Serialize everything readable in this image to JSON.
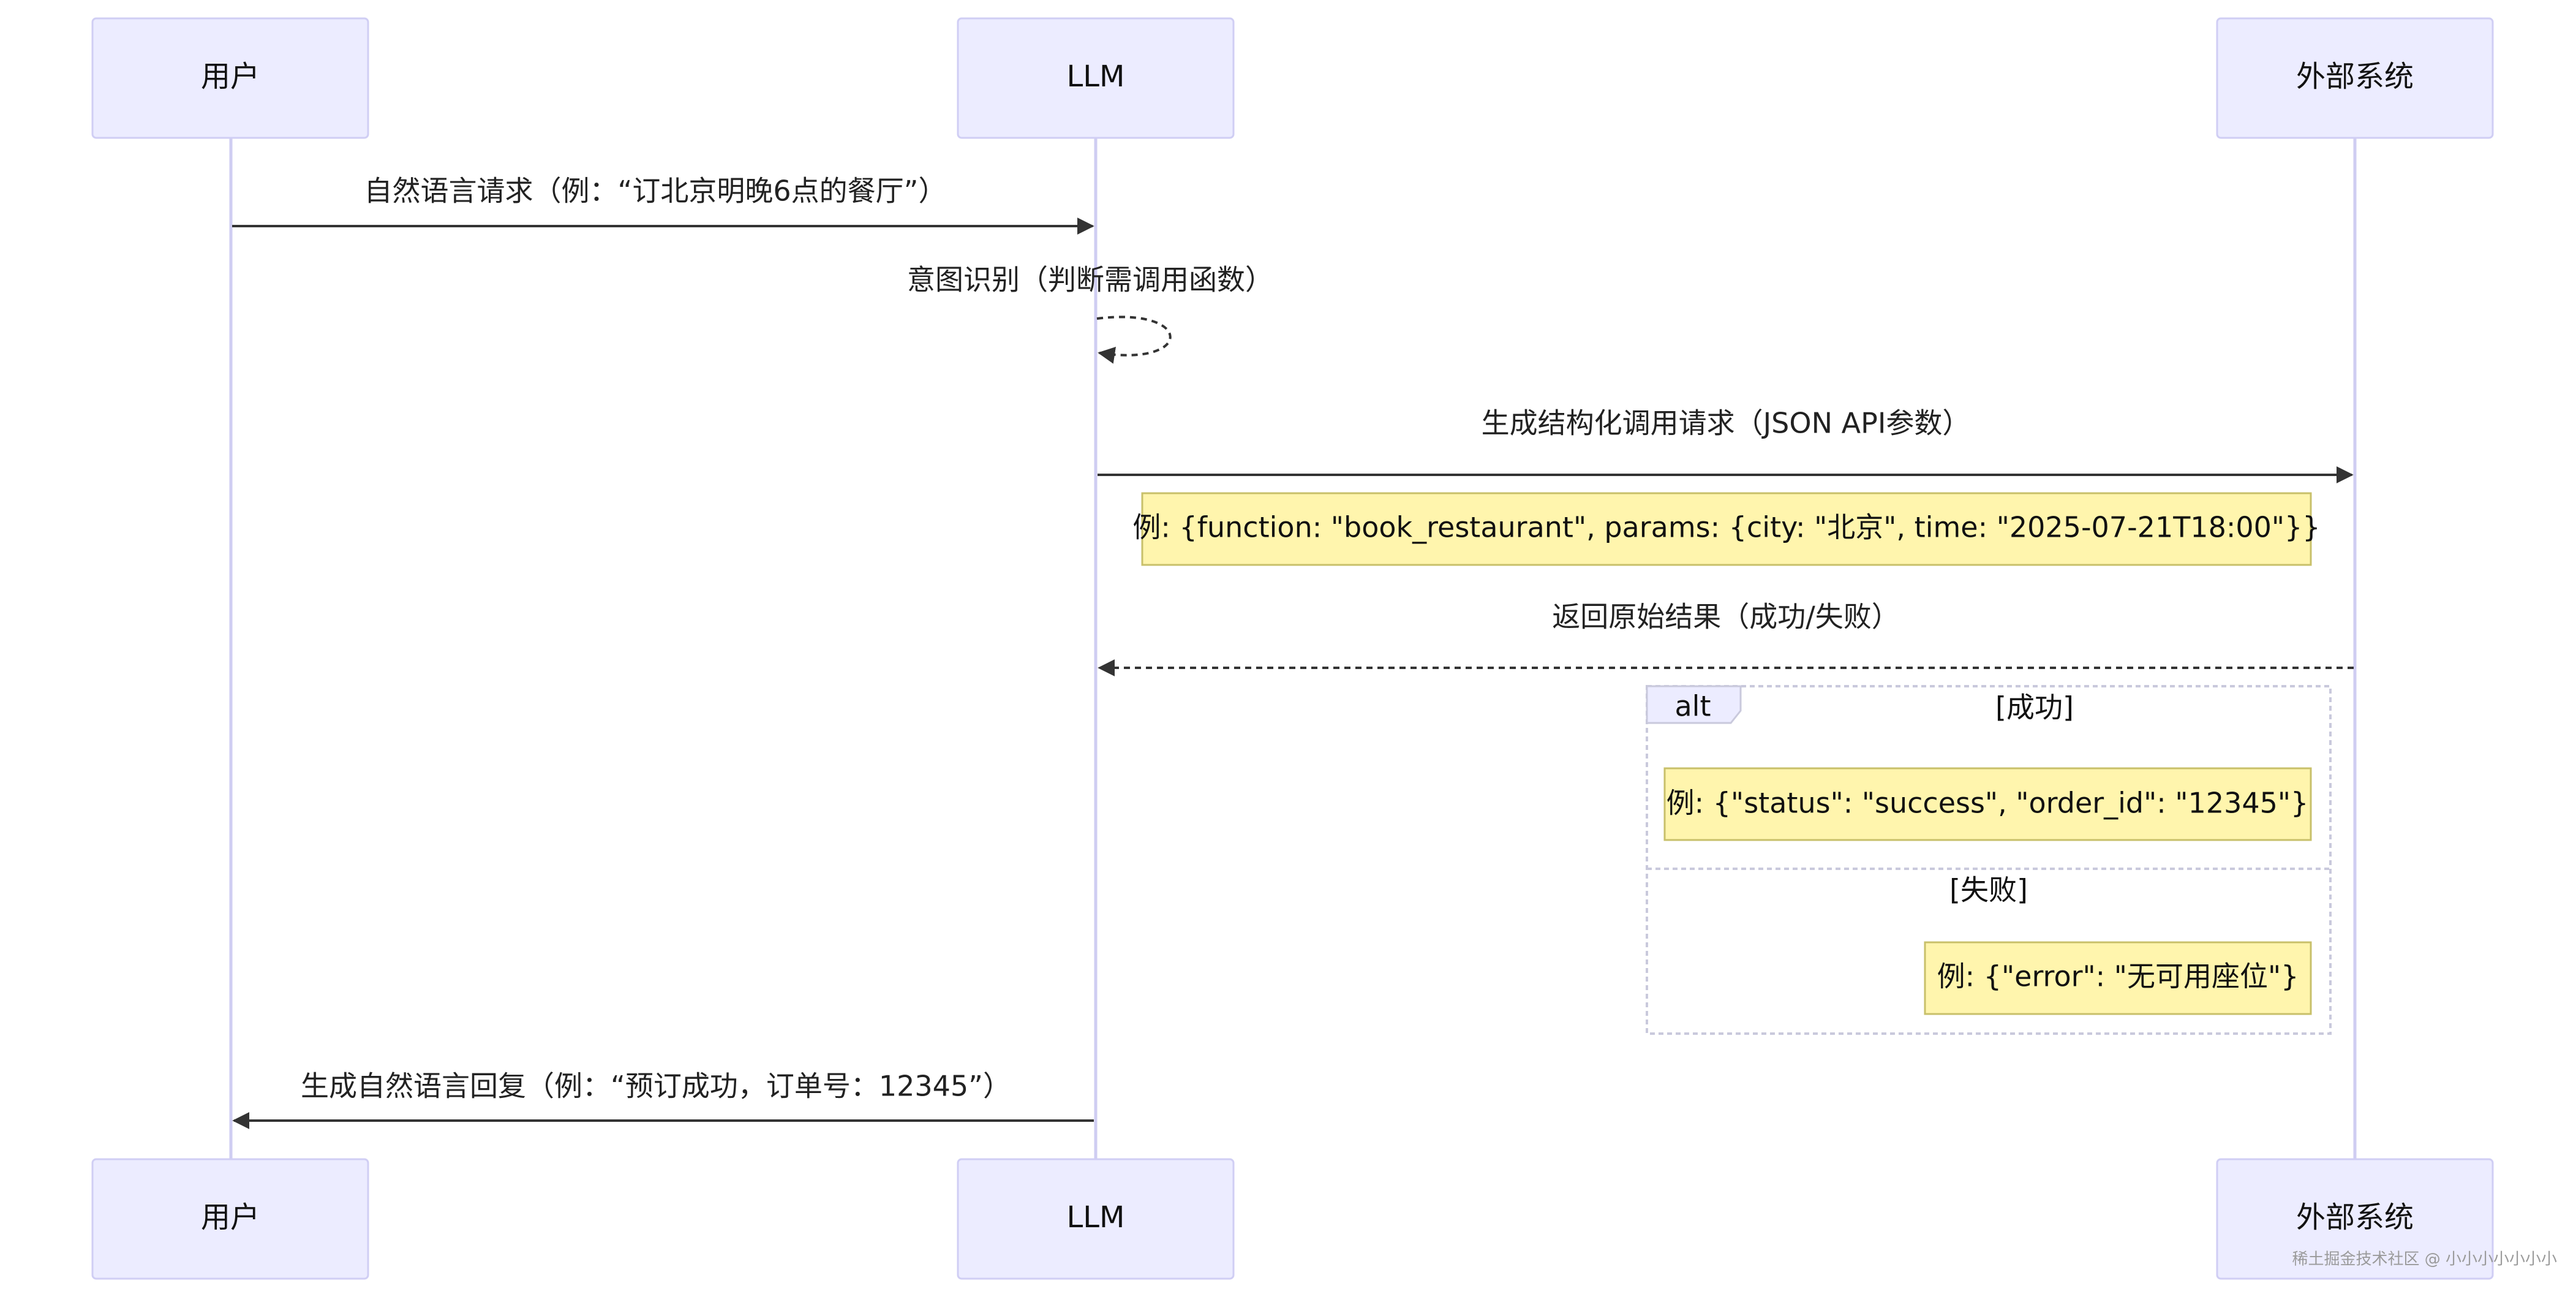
{
  "actors": {
    "user": "用户",
    "llm": "LLM",
    "external": "外部系统"
  },
  "messages": {
    "m1": "自然语言请求（例：“订北京明晚6点的餐厅”）",
    "m2": "意图识别（判断需调用函数）",
    "m3": "生成结构化调用请求（JSON API参数）",
    "m4": "返回原始结果（成功/失败）",
    "m5": "生成自然语言回复（例：“预订成功，订单号：12345”）"
  },
  "notes": {
    "call_example": "例: {function: \"book_restaurant\", params: {city: \"北京\", time: \"2025-07-21T18:00\"}}",
    "success_example": "例: {\"status\": \"success\", \"order_id\": \"12345\"}",
    "failure_example": "例: {\"error\": \"无可用座位\"}"
  },
  "alt": {
    "label": "alt",
    "cond_success": "[成功]",
    "cond_failure": "[失败]"
  },
  "watermark": "稀土掘金技术社区 @ 小小小小小小小 ",
  "colors": {
    "actor_fill": "#ececff",
    "actor_stroke": "#d0cef4",
    "lifeline": "#cfcdf2",
    "note_fill": "#fff5ad",
    "note_stroke": "#c8c06a",
    "arrow": "#333333"
  }
}
